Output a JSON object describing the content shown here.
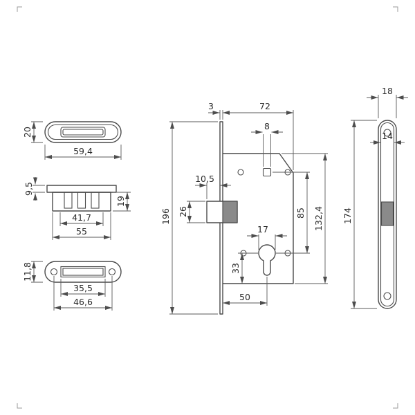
{
  "drawing": {
    "dims": {
      "top_plate_height": "20",
      "top_plate_width": "59,4",
      "dust_box_flange_height": "9,5",
      "dust_box_depth": "19",
      "dust_box_inner_width": "41,7",
      "dust_box_width": "55",
      "bottom_plate_height": "11,8",
      "bottom_plate_hole_width": "35,5",
      "bottom_plate_hole_spacing": "46,6",
      "faceplate_thickness": "3",
      "case_depth": "72",
      "spindle_square": "8",
      "latch_protrusion": "10,5",
      "latch_height": "26",
      "faceplate_length": "196",
      "cylinder_width": "17",
      "spindle_to_cylinder": "85",
      "case_height": "132,4",
      "cylinder_to_bottom": "33",
      "backset": "50",
      "front_plate_width": "18",
      "front_plate_inner_width": "14",
      "front_plate_length": "174"
    }
  }
}
